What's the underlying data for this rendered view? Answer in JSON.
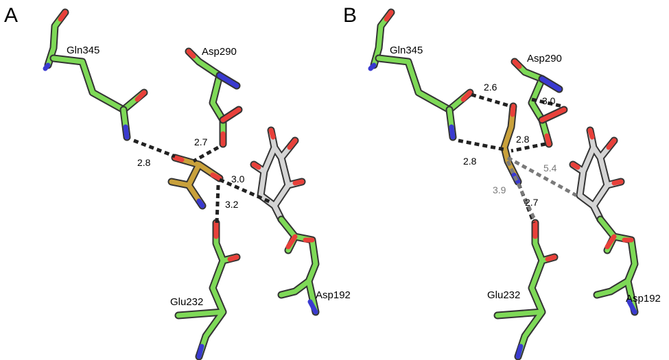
{
  "colors": {
    "carbon": "#7ed957",
    "oxygen": "#e8403a",
    "nitrogen": "#3a3ad0",
    "ligand_carbon": "#d4d4d4",
    "substrate_sulfur": "#c9a13b",
    "hbond_black": "#222222",
    "hbond_gray": "#7a7a7a",
    "outline": "#333333"
  },
  "panels": [
    {
      "letter": "A",
      "residues": [
        "Gln345",
        "Asp290",
        "Glu232",
        "Asp192"
      ],
      "distances": [
        "2.8",
        "2.7",
        "3.0",
        "3.2"
      ]
    },
    {
      "letter": "B",
      "residues": [
        "Gln345",
        "Asp290",
        "Glu232",
        "Asp192"
      ],
      "distances": [
        "2.6",
        "3.0",
        "2.8",
        "2.8",
        "5.4",
        "3.9",
        "2.7"
      ]
    }
  ]
}
